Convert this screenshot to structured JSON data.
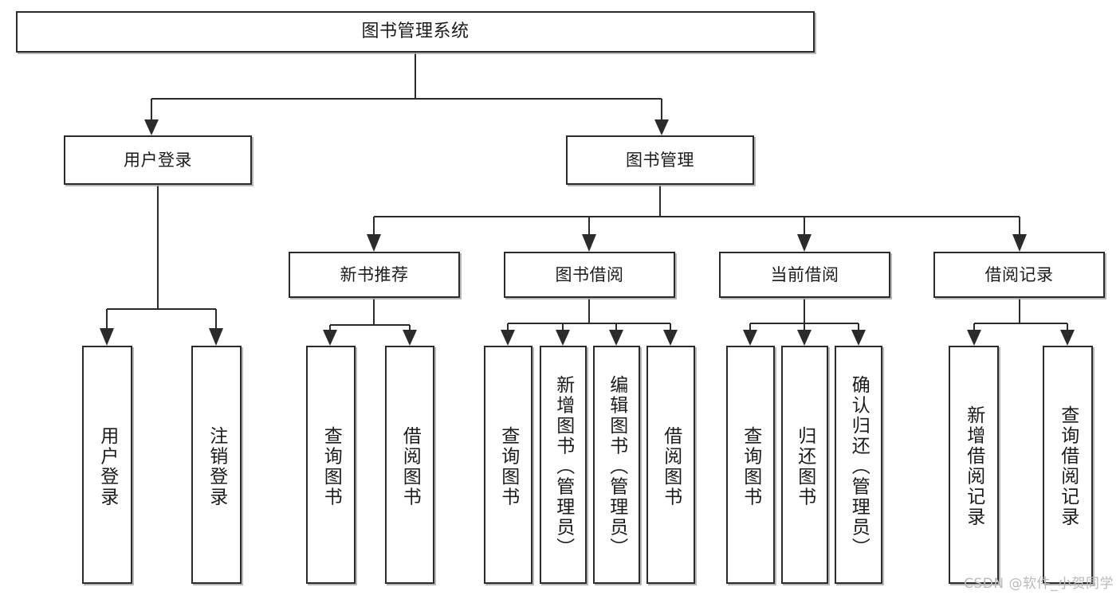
{
  "diagram": {
    "title": "图书管理系统",
    "type": "tree-hierarchy",
    "orientation": "top-down",
    "watermark": "CSDN @软件_小贺同学",
    "colors": {
      "stroke": "#2b2b2b",
      "box_fill": "#ffffff",
      "background": "#ffffff",
      "shadow": "#aaaaaa",
      "watermark_text": "#b9b9b9"
    },
    "levels": {
      "root": "图书管理系统",
      "level2": [
        "用户登录",
        "图书管理"
      ],
      "level3": [
        "新书推荐",
        "图书借阅",
        "当前借阅",
        "借阅记录"
      ]
    },
    "nodes": {
      "root": {
        "label": "图书管理系统"
      },
      "user_login": {
        "label": "用户登录"
      },
      "book_manage": {
        "label": "图书管理"
      },
      "new_book_rec": {
        "label": "新书推荐"
      },
      "book_borrow": {
        "label": "图书借阅"
      },
      "current_borrow": {
        "label": "当前借阅"
      },
      "borrow_record": {
        "label": "借阅记录"
      },
      "leaf_user_login": {
        "label": "用户登录"
      },
      "leaf_logout": {
        "label": "注销登录"
      },
      "leaf_query_book_1": {
        "label": "查询图书"
      },
      "leaf_borrow_book_1": {
        "label": "借阅图书"
      },
      "leaf_query_book_2": {
        "label": "查询图书"
      },
      "leaf_add_book": {
        "label": "新增图书（管理员）"
      },
      "leaf_edit_book": {
        "label": "编辑图书（管理员）"
      },
      "leaf_borrow_book_2": {
        "label": "借阅图书"
      },
      "leaf_query_book_3": {
        "label": "查询图书"
      },
      "leaf_return_book": {
        "label": "归还图书"
      },
      "leaf_confirm_return": {
        "label": "确认归还（管理员）"
      },
      "leaf_add_record": {
        "label": "新增借阅记录"
      },
      "leaf_query_record": {
        "label": "查询借阅记录"
      }
    },
    "edges": [
      {
        "from": "root",
        "to": "user_login"
      },
      {
        "from": "root",
        "to": "book_manage"
      },
      {
        "from": "user_login",
        "to": "leaf_user_login"
      },
      {
        "from": "user_login",
        "to": "leaf_logout"
      },
      {
        "from": "book_manage",
        "to": "new_book_rec"
      },
      {
        "from": "book_manage",
        "to": "book_borrow"
      },
      {
        "from": "book_manage",
        "to": "current_borrow"
      },
      {
        "from": "book_manage",
        "to": "borrow_record"
      },
      {
        "from": "new_book_rec",
        "to": "leaf_query_book_1"
      },
      {
        "from": "new_book_rec",
        "to": "leaf_borrow_book_1"
      },
      {
        "from": "book_borrow",
        "to": "leaf_query_book_2"
      },
      {
        "from": "book_borrow",
        "to": "leaf_add_book"
      },
      {
        "from": "book_borrow",
        "to": "leaf_edit_book"
      },
      {
        "from": "book_borrow",
        "to": "leaf_borrow_book_2"
      },
      {
        "from": "current_borrow",
        "to": "leaf_query_book_3"
      },
      {
        "from": "current_borrow",
        "to": "leaf_return_book"
      },
      {
        "from": "current_borrow",
        "to": "leaf_confirm_return"
      },
      {
        "from": "borrow_record",
        "to": "leaf_add_record"
      },
      {
        "from": "borrow_record",
        "to": "leaf_query_record"
      }
    ]
  }
}
